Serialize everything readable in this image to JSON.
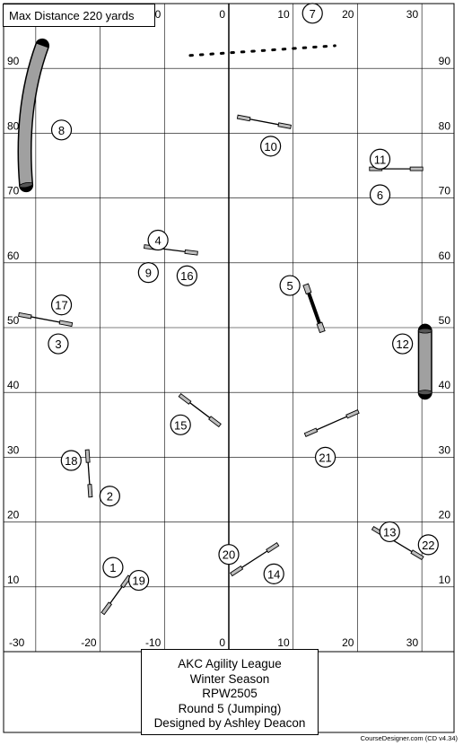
{
  "header": {
    "max_distance": "Max Distance 220 yards"
  },
  "info": {
    "line1": "AKC Agility League",
    "line2": "Winter Season",
    "line3": "RPW2505",
    "line4": "Round 5 (Jumping)",
    "line5": "Designed by Ashley Deacon"
  },
  "credit": "CourseDesigner.com (CD v4.34)",
  "grid": {
    "x_range": [
      -35,
      35
    ],
    "y_range": [
      0,
      100
    ],
    "x_ticks": [
      "-30",
      "-20",
      "-10",
      "0",
      "10",
      "20",
      "30"
    ],
    "y_ticks": [
      "10",
      "20",
      "30",
      "40",
      "50",
      "60",
      "70",
      "80",
      "90"
    ],
    "top_ticks": [
      "0",
      "10",
      "20",
      "30"
    ]
  },
  "obstacles": [
    {
      "type": "jump",
      "from": [
        -19.5,
        6
      ],
      "to": [
        -15.5,
        11.5
      ]
    },
    {
      "type": "jump",
      "from": [
        -21.5,
        24
      ],
      "to": [
        -22,
        31
      ]
    },
    {
      "type": "jump",
      "from": [
        -32.5,
        52
      ],
      "to": [
        -24.5,
        50.5
      ]
    },
    {
      "type": "jump",
      "from": [
        -13,
        62.5
      ],
      "to": [
        -5,
        61.5
      ]
    },
    {
      "type": "tire",
      "from": [
        12,
        56.5
      ],
      "to": [
        14.5,
        49.5
      ]
    },
    {
      "type": "jump",
      "from": [
        22,
        74.5
      ],
      "to": [
        30,
        74.5
      ]
    },
    {
      "type": "wall",
      "from": [
        -6,
        92
      ],
      "to": [
        16.5,
        93.5
      ]
    },
    {
      "type": "tunnel_curved",
      "points": [
        [
          -29,
          93.5
        ],
        [
          -32.5,
          84
        ],
        [
          -31.5,
          72
        ]
      ]
    },
    {
      "type": "jump",
      "from": [
        1.5,
        82.5
      ],
      "to": [
        9.5,
        81
      ]
    },
    {
      "type": "tunnel",
      "from": [
        30.5,
        49.5
      ],
      "to": [
        30.5,
        40
      ]
    },
    {
      "type": "jump",
      "from": [
        22.5,
        19
      ],
      "to": [
        30,
        14.5
      ]
    },
    {
      "type": "jump",
      "from": [
        0.5,
        12
      ],
      "to": [
        7.5,
        16.5
      ]
    },
    {
      "type": "jump",
      "from": [
        -7.5,
        39.5
      ],
      "to": [
        -1.5,
        35
      ]
    },
    {
      "type": "jump",
      "from": [
        12,
        33.5
      ],
      "to": [
        20,
        37
      ]
    }
  ],
  "numbers": [
    {
      "label": "1",
      "at": [
        -18,
        13
      ]
    },
    {
      "label": "2",
      "at": [
        -18.5,
        24
      ]
    },
    {
      "label": "3",
      "at": [
        -26.5,
        47.5
      ]
    },
    {
      "label": "4",
      "at": [
        -11,
        63.5
      ]
    },
    {
      "label": "5",
      "at": [
        9.5,
        56.5
      ]
    },
    {
      "label": "6",
      "at": [
        23.5,
        70.5
      ]
    },
    {
      "label": "7",
      "at": [
        13,
        98.5
      ]
    },
    {
      "label": "8",
      "at": [
        -26,
        80.5
      ]
    },
    {
      "label": "9",
      "at": [
        -12.5,
        58.5
      ]
    },
    {
      "label": "10",
      "at": [
        6.5,
        78
      ]
    },
    {
      "label": "11",
      "at": [
        23.5,
        76
      ]
    },
    {
      "label": "12",
      "at": [
        27,
        47.5
      ]
    },
    {
      "label": "13",
      "at": [
        25,
        18.5
      ]
    },
    {
      "label": "14",
      "at": [
        7,
        12
      ]
    },
    {
      "label": "15",
      "at": [
        -7.5,
        35
      ]
    },
    {
      "label": "16",
      "at": [
        -6.5,
        58
      ]
    },
    {
      "label": "17",
      "at": [
        -26,
        53.5
      ]
    },
    {
      "label": "18",
      "at": [
        -24.5,
        29.5
      ]
    },
    {
      "label": "19",
      "at": [
        -14,
        11
      ]
    },
    {
      "label": "20",
      "at": [
        0,
        15
      ]
    },
    {
      "label": "21",
      "at": [
        15,
        30
      ]
    },
    {
      "label": "22",
      "at": [
        31,
        16.5
      ]
    }
  ]
}
